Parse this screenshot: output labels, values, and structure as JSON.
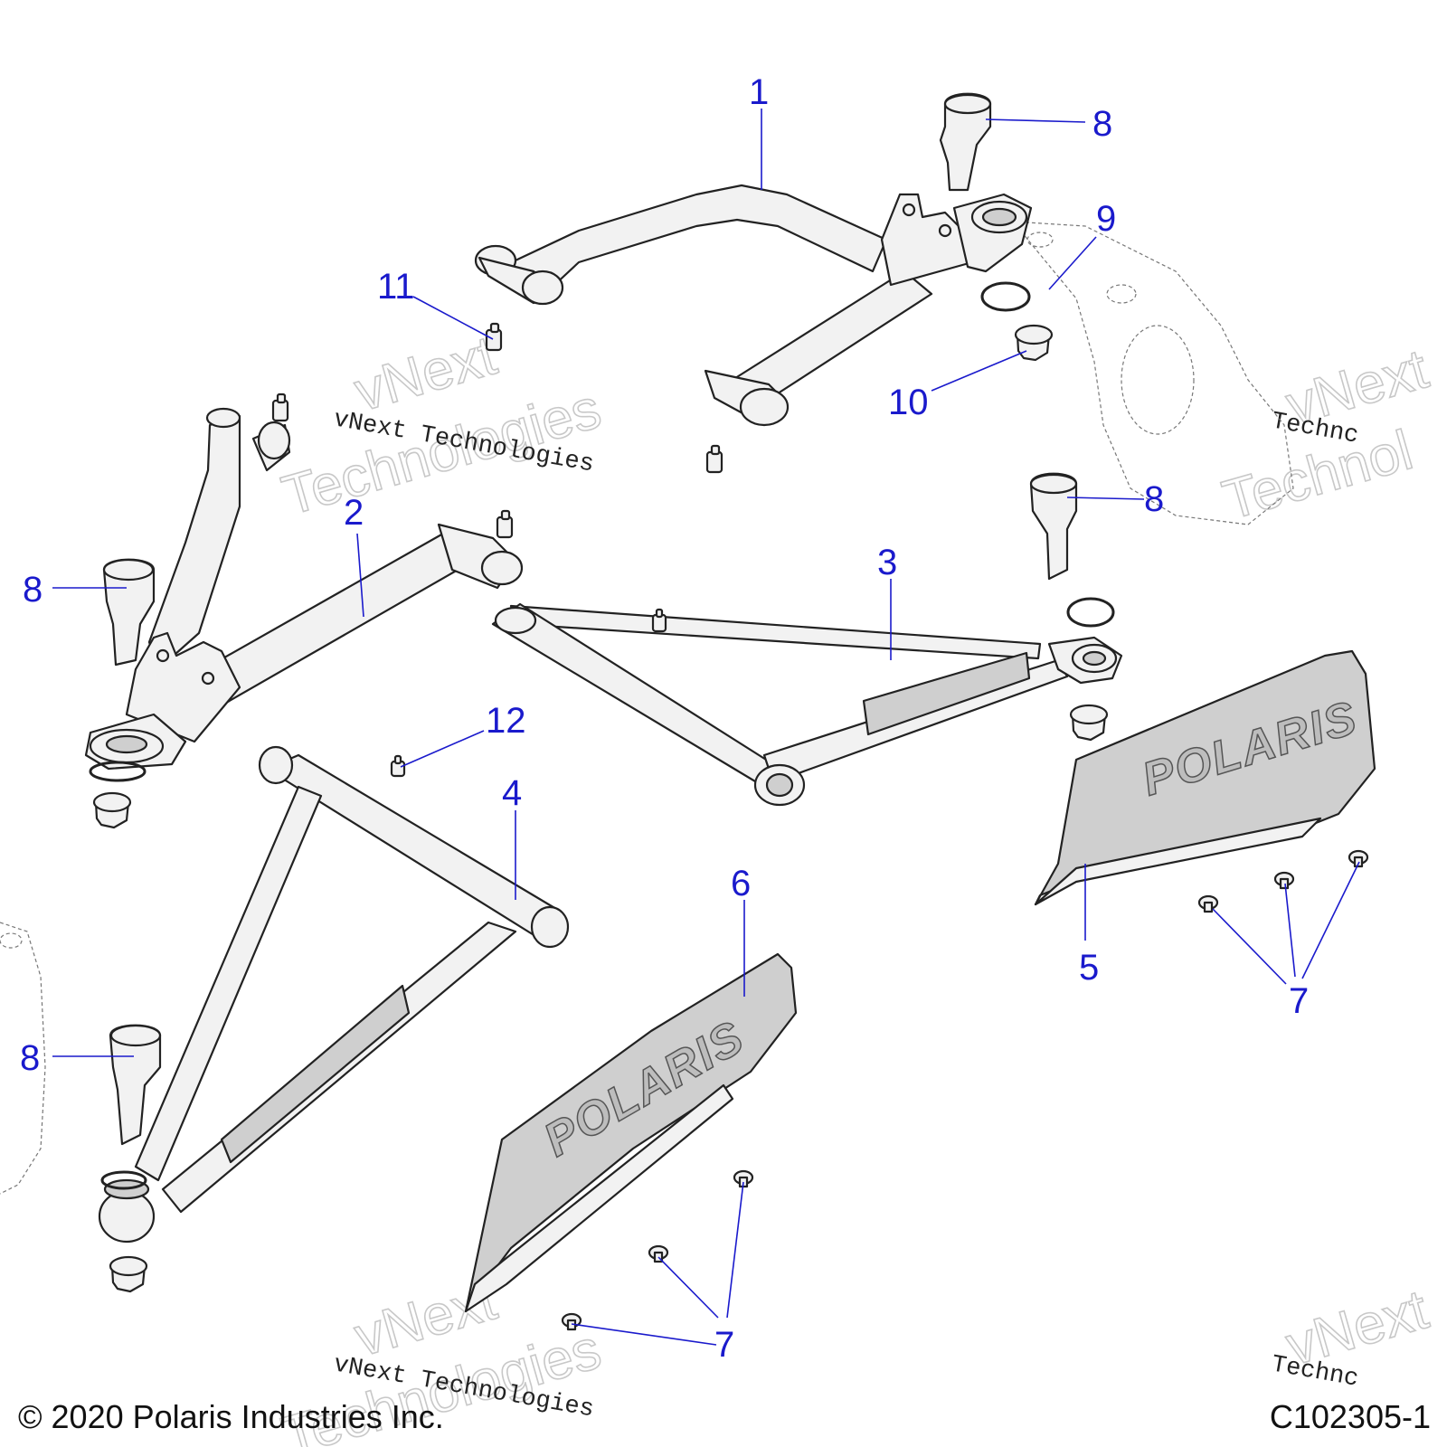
{
  "diagram": {
    "callouts": [
      "1",
      "2",
      "3",
      "4",
      "5",
      "6",
      "7",
      "8",
      "9",
      "10",
      "11",
      "12"
    ],
    "logo_text": "POLARIS",
    "watermark_text": "vNext Technologies",
    "watermark_word_1": "vNext",
    "watermark_word_2": "Technologies",
    "watermark_cut_1": "Technc",
    "watermark_cut_2": "Technol",
    "watermark_cut_3": "vNext"
  },
  "footer": {
    "copyright": "© 2020 Polaris Industries Inc.",
    "figure_id": "C102305-1"
  }
}
